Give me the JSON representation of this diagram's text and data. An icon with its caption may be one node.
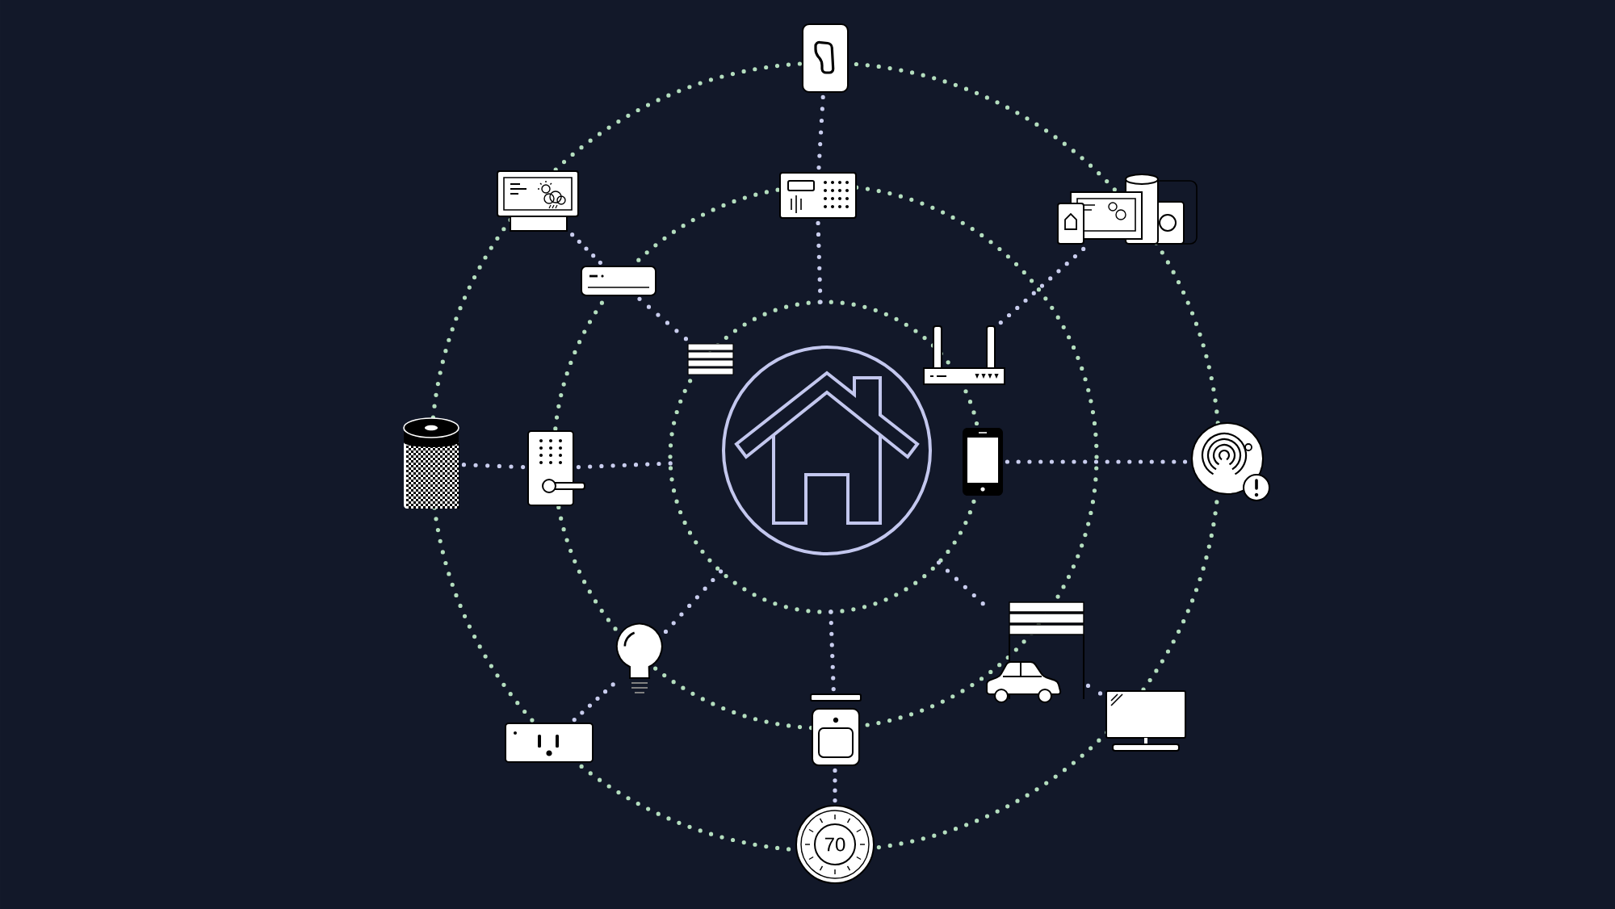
{
  "diagram": {
    "nodes": [
      {
        "text": [],
        "shape": "picture"
      },
      {
        "text": [],
        "shape": "picture"
      },
      {
        "text": [],
        "shape": "picture"
      },
      {
        "text": [],
        "shape": "picture"
      },
      {
        "text": [],
        "shape": "picture"
      },
      {
        "text": [],
        "shape": "picture"
      },
      {
        "text": [],
        "shape": "picture"
      },
      {
        "text": [],
        "shape": "picture"
      },
      {
        "text": [],
        "shape": "picture"
      },
      {
        "text": [],
        "shape": "circle"
      },
      {
        "text": [],
        "shape": "picture"
      },
      {
        "text": [],
        "shape": "picture"
      },
      {
        "text": [],
        "shape": "picture"
      },
      {
        "text": [],
        "shape": "picture"
      },
      {
        "text": [],
        "shape": "picture"
      },
      {
        "text": [],
        "shape": "picture"
      },
      {
        "text": [],
        "shape": "picture"
      },
      {
        "text": [
          "70"
        ]
      }
    ],
    "edges": [
      {
        "from": null,
        "to": 8,
        "arrow": "none"
      },
      {
        "from": 8,
        "to": 7,
        "arrow": "none"
      },
      {
        "from": null,
        "to": 2,
        "arrow": "none"
      },
      {
        "from": 2,
        "to": 0,
        "arrow": "none"
      },
      {
        "from": 5,
        "to": 4,
        "arrow": "none"
      },
      {
        "from": 4,
        "to": 1,
        "arrow": "none"
      },
      {
        "from": 6,
        "to": 3,
        "arrow": "none"
      },
      {
        "from": 10,
        "to": 11,
        "arrow": "none"
      },
      {
        "from": null,
        "to": 12,
        "arrow": "none"
      },
      {
        "from": 12,
        "to": 14,
        "arrow": "none"
      },
      {
        "from": null,
        "to": 15,
        "arrow": "none"
      },
      {
        "from": 15,
        "to": 17,
        "arrow": "none"
      },
      {
        "from": null,
        "to": 13,
        "arrow": "none"
      },
      {
        "from": 13,
        "to": 16,
        "arrow": "none"
      }
    ]
  }
}
